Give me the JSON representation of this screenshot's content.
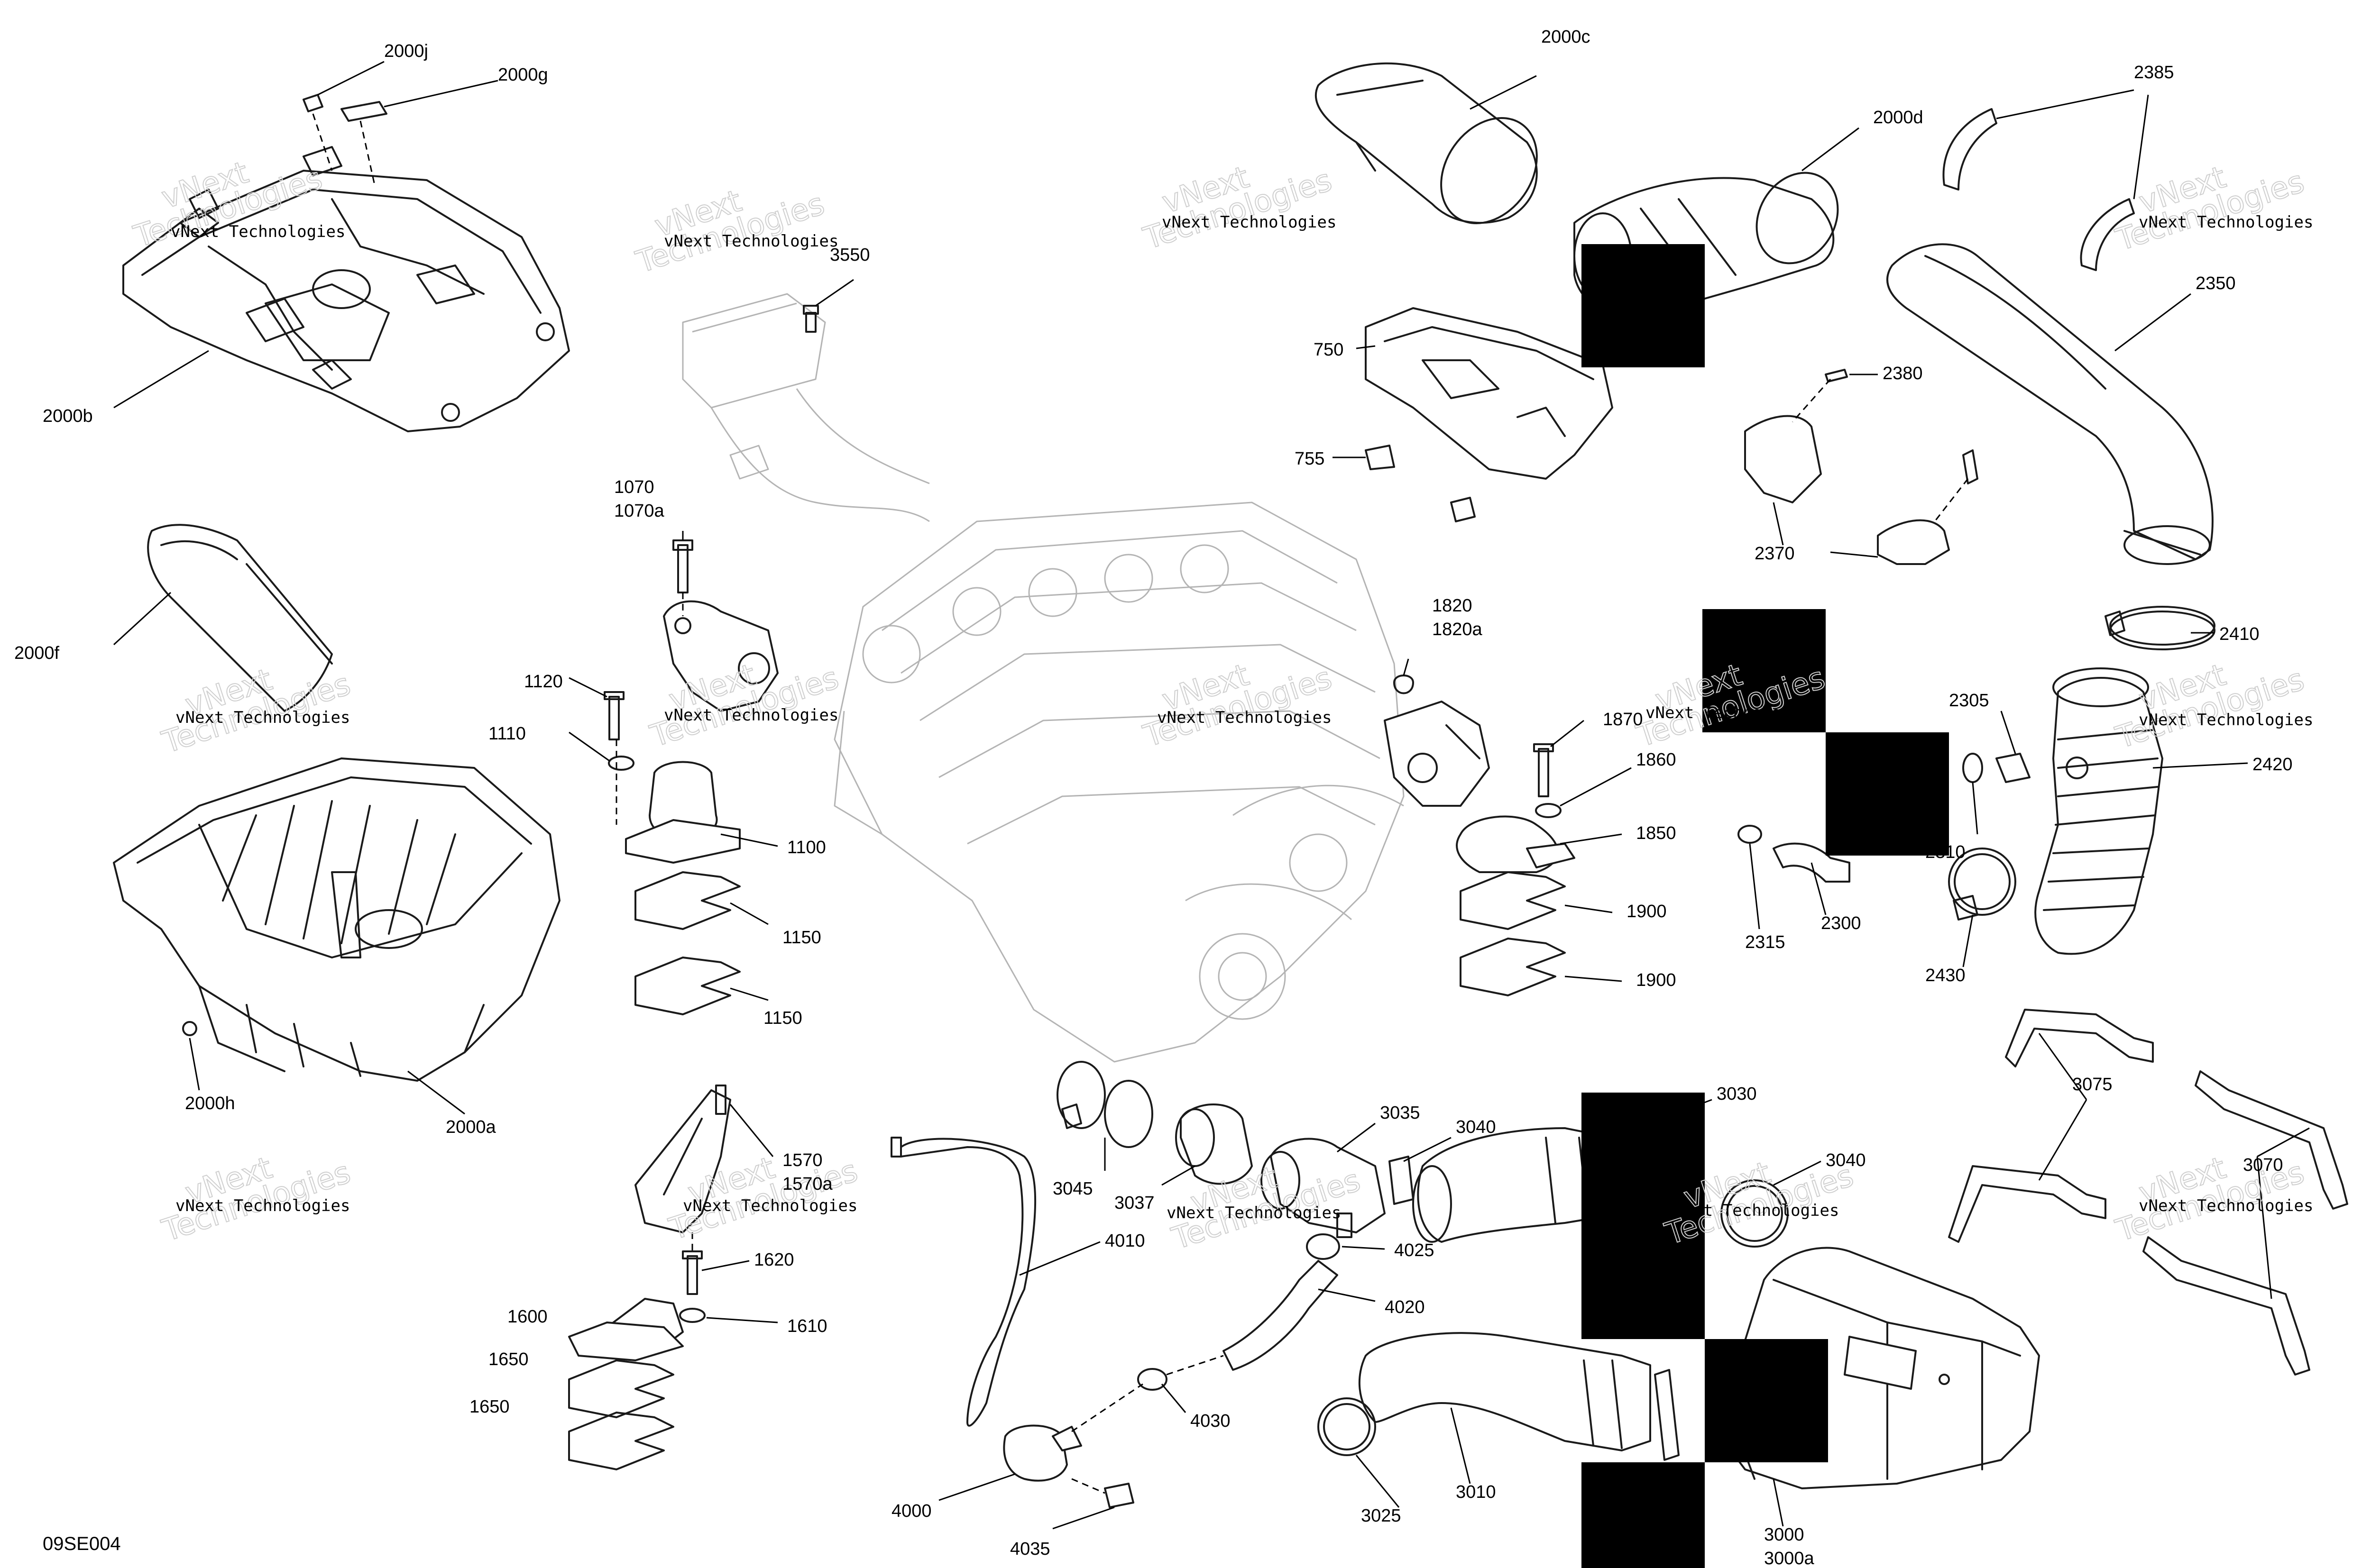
{
  "diagram": {
    "code": "09SE004",
    "watermark_line1": "vNext Technologies",
    "watermark_line2a": "vNext",
    "watermark_line2b": "Technologies",
    "callouts": {
      "c2000j": "2000j",
      "c2000g": "2000g",
      "c2000b": "2000b",
      "c2000f": "2000f",
      "c2000h": "2000h",
      "c2000a": "2000a",
      "c3550": "3550",
      "c1070": "1070",
      "c1070a": "1070a",
      "c1120": "1120",
      "c1110": "1110",
      "c1100": "1100",
      "c1150a": "1150",
      "c1150b": "1150",
      "c1570": "1570",
      "c1570a": "1570a",
      "c1620": "1620",
      "c1610": "1610",
      "c1600": "1600",
      "c1650a": "1650",
      "c1650b": "1650",
      "c2000c": "2000c",
      "c2000d": "2000d",
      "c750": "750",
      "c755": "755",
      "c1820": "1820",
      "c1820a": "1820a",
      "c1870": "1870",
      "c1860": "1860",
      "c1850": "1850",
      "c1900a": "1900",
      "c1900b": "1900",
      "c2385": "2385",
      "c2350": "2350",
      "c2380": "2380",
      "c2370": "2370",
      "c2410": "2410",
      "c2305": "2305",
      "c2420": "2420",
      "c2310": "2310",
      "c2315": "2315",
      "c2300": "2300",
      "c2430": "2430",
      "c3035": "3035",
      "c3040a": "3040",
      "c3030": "3030",
      "c3040b": "3040",
      "c3045": "3045",
      "c3037": "3037",
      "c4010": "4010",
      "c4025": "4025",
      "c4020": "4020",
      "c4030": "4030",
      "c4000": "4000",
      "c4035": "4035",
      "c3010": "3010",
      "c3025": "3025",
      "c3000": "3000",
      "c3000a": "3000a",
      "c3075": "3075",
      "c3070": "3070"
    }
  }
}
